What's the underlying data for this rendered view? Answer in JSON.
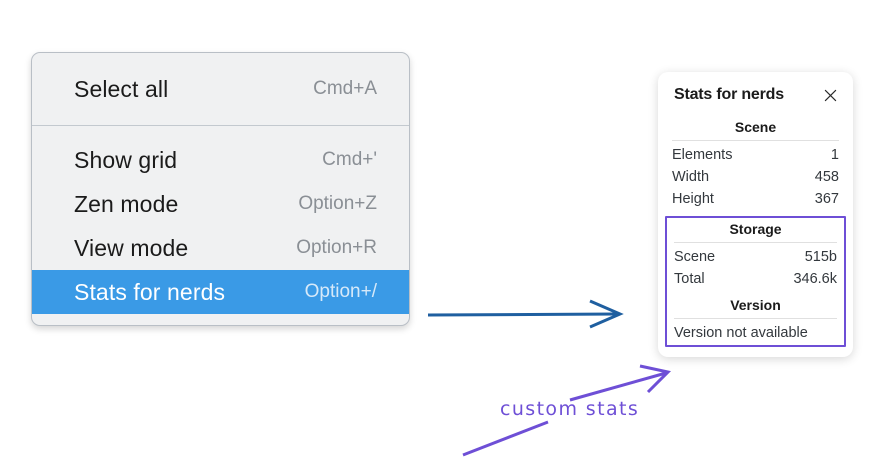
{
  "context_menu": {
    "groups": [
      {
        "name": "group-top",
        "items": [
          {
            "label": "Select all",
            "shortcut": "Cmd+A",
            "selected": false
          }
        ]
      },
      {
        "name": "group-bottom",
        "items": [
          {
            "label": "Show grid",
            "shortcut": "Cmd+'",
            "selected": false
          },
          {
            "label": "Zen mode",
            "shortcut": "Option+Z",
            "selected": false
          },
          {
            "label": "View mode",
            "shortcut": "Option+R",
            "selected": false
          },
          {
            "label": "Stats for nerds",
            "shortcut": "Option+/",
            "selected": true
          }
        ]
      }
    ]
  },
  "stats_panel": {
    "title": "Stats for nerds",
    "close_icon": "close-icon",
    "sections": [
      {
        "title": "Scene",
        "boxed": false,
        "rows": [
          {
            "key": "Elements",
            "value": "1"
          },
          {
            "key": "Width",
            "value": "458"
          },
          {
            "key": "Height",
            "value": "367"
          }
        ]
      },
      {
        "title": "Storage",
        "boxed": true,
        "rows": [
          {
            "key": "Scene",
            "value": "515b"
          },
          {
            "key": "Total",
            "value": "346.6k"
          }
        ]
      },
      {
        "title": "Version",
        "boxed": true,
        "full_rows": [
          "Version not available"
        ]
      }
    ]
  },
  "annotations": {
    "custom_stats_label": "custom stats",
    "arrow_blue_color": "#1f5fa0",
    "arrow_purple_color": "#6e4fd6"
  }
}
